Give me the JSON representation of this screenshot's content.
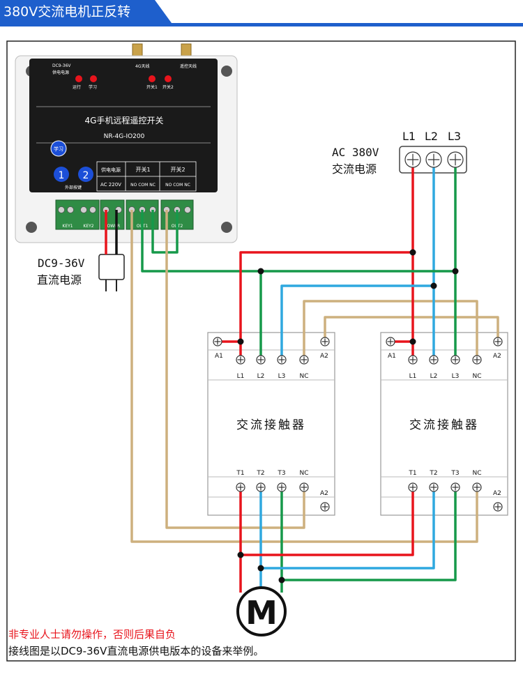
{
  "header": {
    "title": "380V交流电机正反转",
    "accent_color": "#1e5fcc"
  },
  "controller": {
    "power_top": "DC9-36V",
    "power_top_sub": "供电电源",
    "antenna_4g": "4G天线",
    "antenna_remote": "遥控天线",
    "led_run": "运行",
    "led_learn": "学习",
    "led_sw1": "开关1",
    "led_sw2": "开关2",
    "title": "4G手机远程遥控开关",
    "model": "NR-4G-IO200",
    "learn_button": "学习",
    "btn1": "1",
    "btn2": "2",
    "ext_buttons": "外部按键",
    "tbl_power_header": "供电电源",
    "tbl_sw1_header": "开关1",
    "tbl_sw2_header": "开关2",
    "tbl_power_value": "AC 220V",
    "tbl_sw1_value": "NO COM NC",
    "tbl_sw2_value": "NO COM NC",
    "term_key1": "KEY1",
    "term_key2": "KEY2",
    "term_power": "POWER",
    "term_out1": "OUT1",
    "term_out2": "OUT2"
  },
  "dc_source": {
    "voltage": "DC9-36V",
    "label": "直流电源"
  },
  "ac_source": {
    "voltage": "AC 380V",
    "label": "交流电源",
    "l1": "L1",
    "l2": "L2",
    "l3": "L3"
  },
  "contactors": [
    {
      "title": "交流接触器",
      "a1": "A1",
      "a2_top": "A2",
      "a2_bottom": "A2",
      "top_terms": [
        "L1",
        "L2",
        "L3",
        "NC"
      ],
      "bottom_terms": [
        "T1",
        "T2",
        "T3",
        "NC"
      ]
    },
    {
      "title": "交流接触器",
      "a1": "A1",
      "a2_top": "A2",
      "a2_bottom": "A2",
      "top_terms": [
        "L1",
        "L2",
        "L3",
        "NC"
      ],
      "bottom_terms": [
        "T1",
        "T2",
        "T3",
        "NC"
      ]
    }
  ],
  "motor": {
    "symbol": "M"
  },
  "footer": {
    "warning": "非专业人士请勿操作，否则后果自负",
    "note": "接线图是以DC9-36V直流电源供电版本的设备来举例。"
  },
  "colors": {
    "red": "#e8141c",
    "green": "#16994a",
    "blue": "#2fa8df",
    "tan": "#cdb07e",
    "black": "#111111",
    "panel": "#1a1a1a",
    "button_blue": "#1c4fd8"
  }
}
